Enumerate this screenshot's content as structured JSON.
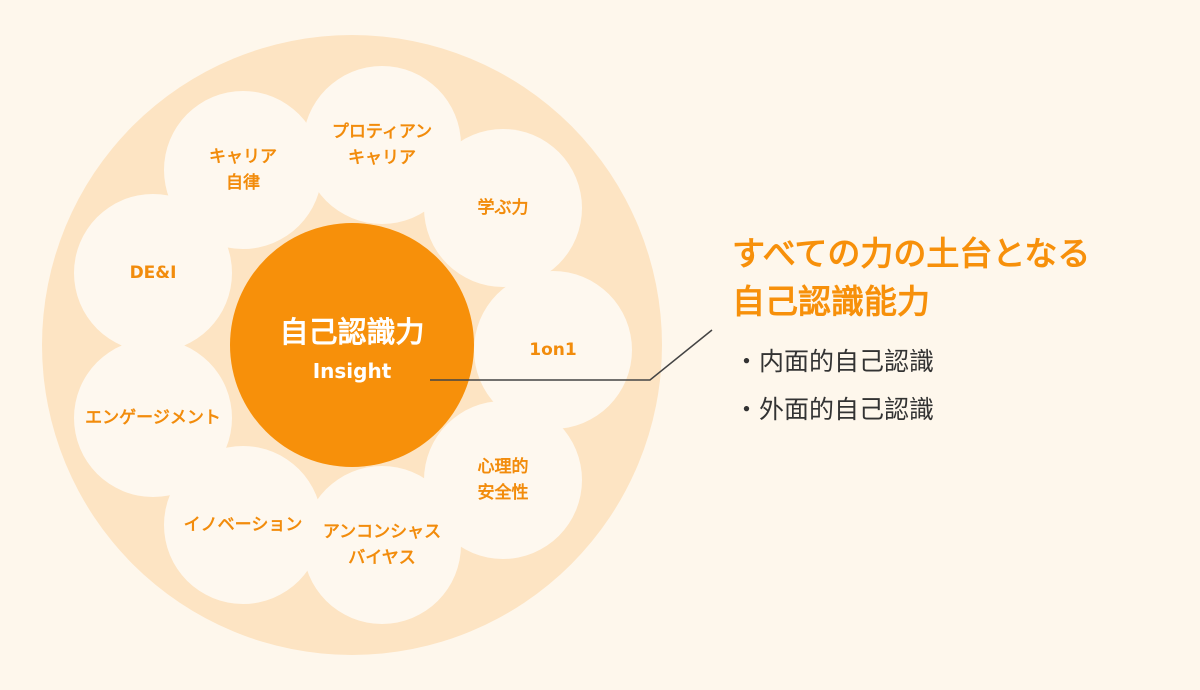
{
  "center": {
    "title": "自己認識力",
    "subtitle": "Insight"
  },
  "bubbles": [
    {
      "label": "キャリア\n自律"
    },
    {
      "label": "プロティアン\nキャリア"
    },
    {
      "label": "学ぶ力"
    },
    {
      "label": "1on1"
    },
    {
      "label": "心理的\n安全性"
    },
    {
      "label": "アンコンシャス\nバイヤス"
    },
    {
      "label": "イノベーション"
    },
    {
      "label": "エンゲージメント"
    },
    {
      "label": "DE&I"
    }
  ],
  "callout": {
    "heading": "すべての力の土台となる\n自己認識能力",
    "items": [
      "・内面的自己認識",
      "・外面的自己認識"
    ]
  },
  "colors": {
    "accent": "#f7900a",
    "outer": "#fde4c3",
    "bubble": "#fef8ef",
    "background": "#fef7ec"
  }
}
